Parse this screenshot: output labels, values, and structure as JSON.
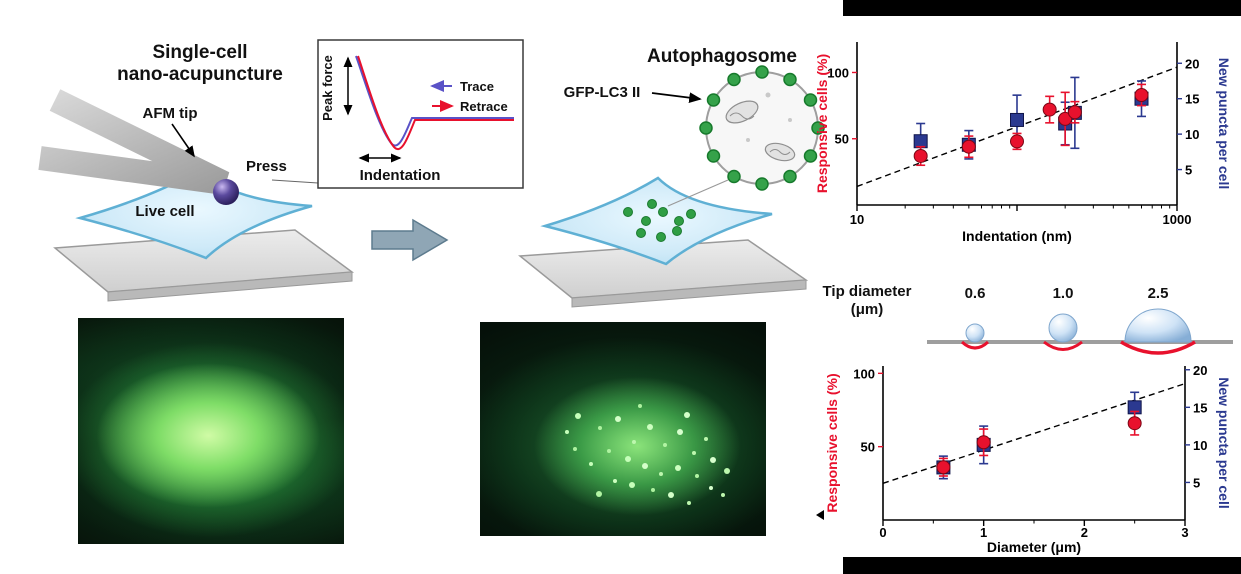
{
  "figure": {
    "schematic": {
      "title_line1": "Single-cell",
      "title_line2": "nano-acupuncture",
      "afm_tip": "AFM tip",
      "press": "Press",
      "live_cell": "Live cell",
      "force_inset": {
        "y_axis": "Peak force",
        "trace": "Trace",
        "retrace": "Retrace",
        "x_axis": "Indentation"
      },
      "autophagosome": "Autophagosome",
      "gfp": "GFP-LC3 II"
    },
    "tip_diameter": {
      "label": "Tip diameter",
      "unit": "(μm)",
      "values": [
        "0.6",
        "1.0",
        "2.5"
      ]
    }
  },
  "colors": {
    "responsive_red": "#e8112d",
    "puncta_blue": "#2b3990",
    "trace_blue": "#5a52c7",
    "retrace_red": "#e8112d",
    "gfp_green": "#2f9e44"
  },
  "chart_data": [
    {
      "type": "scatter",
      "xlabel": "Indentation (nm)",
      "x_scale": "log",
      "xlim": [
        10,
        1000
      ],
      "x_ticks": [
        {
          "v": 10,
          "label": "10"
        },
        {
          "v": 100,
          "label": ""
        },
        {
          "v": 1000,
          "label": "1000"
        }
      ],
      "left_axis": {
        "label": "Responsive cells (%)",
        "color": "#e8112d",
        "ticks": [
          50,
          100
        ],
        "lim": [
          0,
          123
        ]
      },
      "right_axis": {
        "label": "New puncta per cell",
        "color": "#2b3990",
        "ticks": [
          5,
          10,
          15,
          20
        ],
        "lim": [
          0,
          23
        ]
      },
      "trend": {
        "x1": 10,
        "y1": 14,
        "x2": 1000,
        "y2": 104,
        "axis": "left",
        "style": "dashed"
      },
      "legend_position": "none",
      "grid": false,
      "series": [
        {
          "name": "New puncta per cell",
          "axis": "right",
          "marker": "square",
          "color": "#2b3990",
          "points": [
            {
              "x": 25,
              "y": 9,
              "e": 2.5
            },
            {
              "x": 50,
              "y": 8.5,
              "e": 2
            },
            {
              "x": 100,
              "y": 12,
              "e": 3.5
            },
            {
              "x": 200,
              "y": 11.5,
              "e": 3
            },
            {
              "x": 230,
              "y": 13,
              "e": 5
            },
            {
              "x": 600,
              "y": 15,
              "e": 2.5
            }
          ]
        },
        {
          "name": "Responsive cells (%)",
          "axis": "left",
          "marker": "circle",
          "color": "#e8112d",
          "points": [
            {
              "x": 25,
              "y": 37,
              "e": 7
            },
            {
              "x": 50,
              "y": 44,
              "e": 8
            },
            {
              "x": 100,
              "y": 48,
              "e": 6
            },
            {
              "x": 160,
              "y": 72,
              "e": 10
            },
            {
              "x": 200,
              "y": 65,
              "e": 20
            },
            {
              "x": 230,
              "y": 70,
              "e": 8
            },
            {
              "x": 600,
              "y": 83,
              "e": 8
            }
          ]
        }
      ]
    },
    {
      "type": "scatter",
      "xlabel": "Diameter (μm)",
      "x_scale": "linear",
      "xlim": [
        0,
        3
      ],
      "x_ticks": [
        {
          "v": 0,
          "label": "0"
        },
        {
          "v": 1,
          "label": "1"
        },
        {
          "v": 2,
          "label": "2"
        },
        {
          "v": 3,
          "label": "3"
        }
      ],
      "left_axis": {
        "label": "Responsive cells (%)",
        "color": "#e8112d",
        "ticks": [
          50,
          100
        ],
        "lim": [
          0,
          105
        ]
      },
      "right_axis": {
        "label": "New puncta per cell",
        "color": "#2b3990",
        "ticks": [
          5,
          10,
          15,
          20
        ],
        "lim": [
          0,
          20.5
        ]
      },
      "trend": {
        "x1": 0,
        "y1": 25,
        "x2": 3,
        "y2": 93,
        "axis": "left",
        "style": "dashed"
      },
      "legend_position": "none",
      "grid": false,
      "series": [
        {
          "name": "New puncta per cell",
          "axis": "right",
          "marker": "square",
          "color": "#2b3990",
          "points": [
            {
              "x": 0.6,
              "y": 7,
              "e": 1.5
            },
            {
              "x": 1.0,
              "y": 10,
              "e": 2.5
            },
            {
              "x": 2.5,
              "y": 15,
              "e": 2
            }
          ]
        },
        {
          "name": "Responsive cells (%)",
          "axis": "left",
          "marker": "circle",
          "color": "#e8112d",
          "points": [
            {
              "x": 0.6,
              "y": 36,
              "e": 6
            },
            {
              "x": 1.0,
              "y": 53,
              "e": 9
            },
            {
              "x": 2.5,
              "y": 66,
              "e": 8
            }
          ]
        }
      ]
    }
  ]
}
